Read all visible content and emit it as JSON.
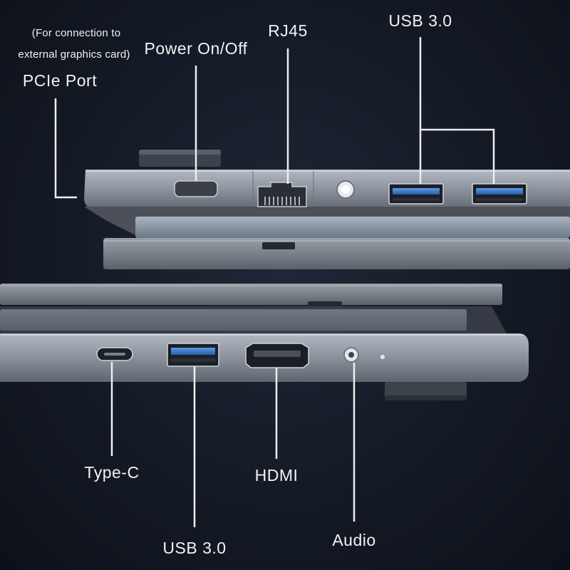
{
  "top_view": {
    "pcie_note_line1": "(For connection to",
    "pcie_note_line2": "external graphics card)",
    "pcie_label": "PCIe Port",
    "power_label": "Power On/Off",
    "rj45_label": "RJ45",
    "usb_label": "USB 3.0"
  },
  "bottom_view": {
    "typec_label": "Type-C",
    "usb_label": "USB 3.0",
    "hdmi_label": "HDMI",
    "audio_label": "Audio"
  },
  "colors": {
    "background": "#141a25",
    "chassis": "#8d939d",
    "chassis_dark": "#5d636d",
    "usb_port_blue": "#3f7fd0",
    "leader_line": "#eeeeee"
  }
}
